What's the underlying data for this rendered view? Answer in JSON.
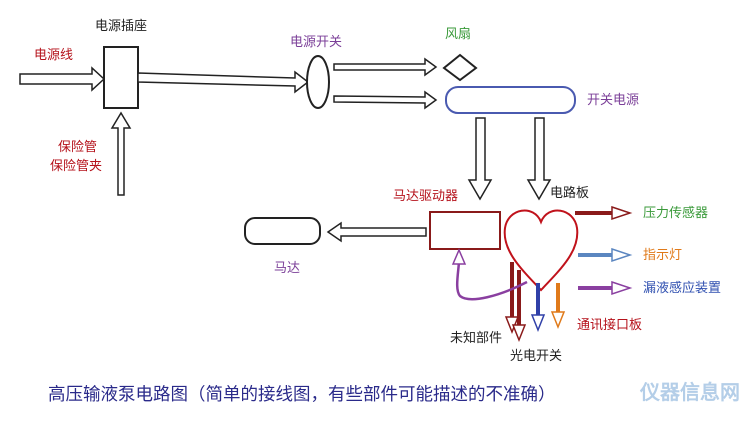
{
  "labels": {
    "power_cord": "电源线",
    "power_socket": "电源插座",
    "fuse": "保险管",
    "fuse_holder": "保险管夹",
    "power_switch": "电源开关",
    "fan": "风扇",
    "switching_psu": "开关电源",
    "motor_driver": "马达驱动器",
    "circuit_board": "电路板",
    "motor": "马达",
    "pressure_sensor": "压力传感器",
    "indicator_light": "指示灯",
    "leak_sensor": "漏液感应装置",
    "comm_board": "通讯接口板",
    "unknown_part": "未知部件",
    "photo_switch": "光电开关"
  },
  "caption": "高压输液泵电路图（简单的接线图，有些部件可能描述的不准确）",
  "watermark": "仪器信息网",
  "colors": {
    "red": "#b5121b",
    "purple": "#7b3f98",
    "green": "#3a9a3a",
    "blue": "#3050b0",
    "orange": "#e07a1a",
    "steel_blue": "#5b86c0",
    "dark_red": "#8a1a1a"
  }
}
